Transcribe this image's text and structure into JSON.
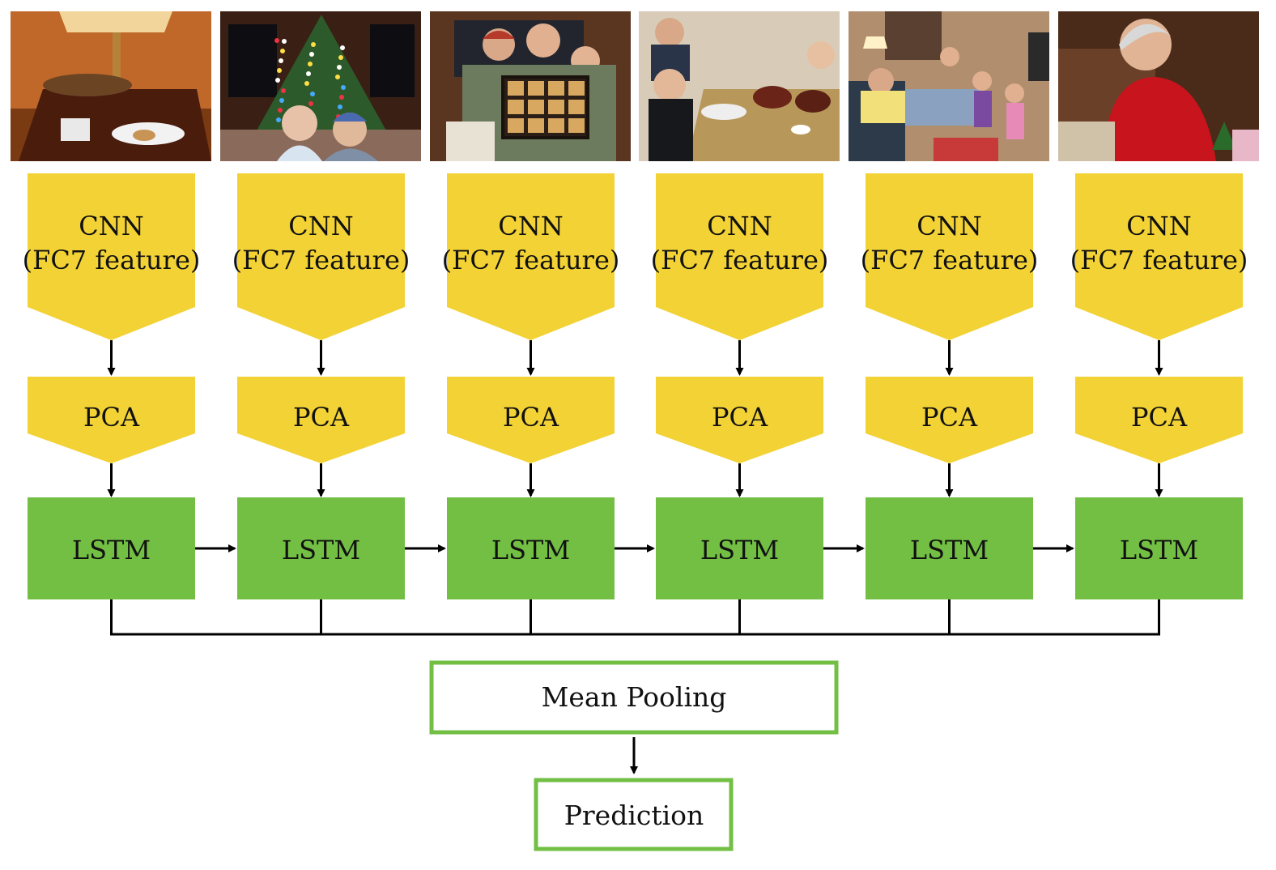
{
  "colors": {
    "feature_fill": "#F2D234",
    "lstm_fill": "#72BF44",
    "pool_border": "#72BF44",
    "arrow": "#000000"
  },
  "photos": [
    {
      "name": "photo-table-lamp",
      "icon": "table-with-lamp-and-cookies"
    },
    {
      "name": "photo-christmas-tree",
      "icon": "christmas-tree-with-children"
    },
    {
      "name": "photo-family-frame",
      "icon": "family-holding-photo-frame"
    },
    {
      "name": "photo-dinner-table",
      "icon": "family-at-dinner-table"
    },
    {
      "name": "photo-living-room",
      "icon": "group-in-living-room"
    },
    {
      "name": "photo-grandmother",
      "icon": "woman-in-red-sweater"
    }
  ],
  "columns": [
    {
      "cnn_line1": "CNN",
      "cnn_line2": "(FC7 feature)",
      "pca": "PCA",
      "lstm": "LSTM"
    },
    {
      "cnn_line1": "CNN",
      "cnn_line2": "(FC7 feature)",
      "pca": "PCA",
      "lstm": "LSTM"
    },
    {
      "cnn_line1": "CNN",
      "cnn_line2": "(FC7 feature)",
      "pca": "PCA",
      "lstm": "LSTM"
    },
    {
      "cnn_line1": "CNN",
      "cnn_line2": "(FC7 feature)",
      "pca": "PCA",
      "lstm": "LSTM"
    },
    {
      "cnn_line1": "CNN",
      "cnn_line2": "(FC7 feature)",
      "pca": "PCA",
      "lstm": "LSTM"
    },
    {
      "cnn_line1": "CNN",
      "cnn_line2": "(FC7 feature)",
      "pca": "PCA",
      "lstm": "LSTM"
    }
  ],
  "pooling": {
    "label": "Mean Pooling"
  },
  "output": {
    "label": "Prediction"
  }
}
